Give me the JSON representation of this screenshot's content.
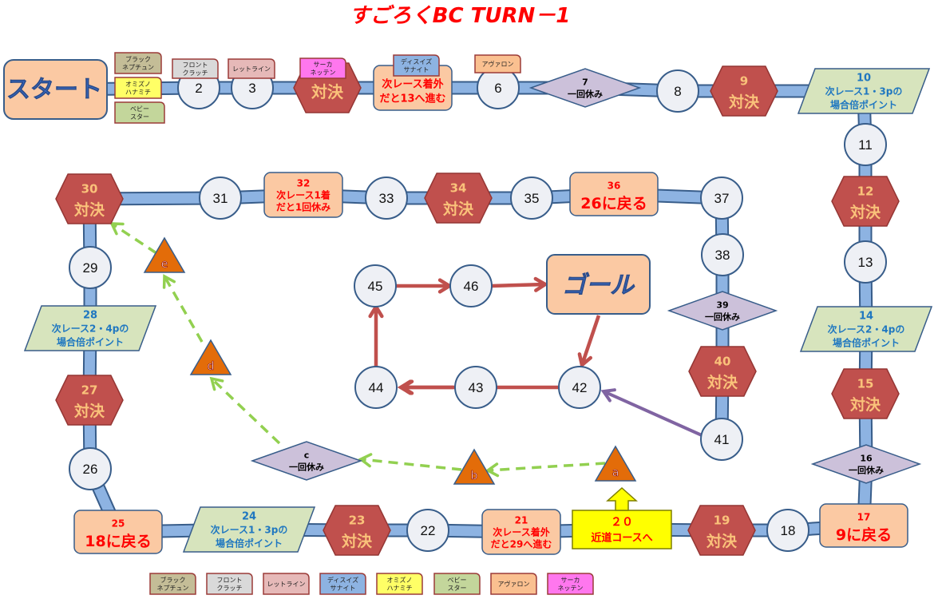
{
  "title": "すごろくBC TURN－1",
  "colors": {
    "track": "#8db3e2",
    "track_border": "#385d8a",
    "circle_fill": "#eef0f5",
    "hex_fill": "#c0504d",
    "hex_text": "#fac27a",
    "peach_fill": "#fbc9a3",
    "peach_text": "#ff0000",
    "green_fill": "#d7e4bd",
    "green_text": "#1f77c0",
    "diamond_fill": "#ccc1da",
    "yellow_fill": "#ffff00",
    "triangle_fill": "#e36c09",
    "shortcut_arrow": "#92d050",
    "goal_arrow": "#c0504d",
    "purple_arrow": "#8064a2"
  },
  "start": {
    "label": "スタート"
  },
  "goal": {
    "label": "ゴール"
  },
  "squares": [
    {
      "id": "2",
      "type": "circle",
      "lines": [
        "2"
      ]
    },
    {
      "id": "3",
      "type": "circle",
      "lines": [
        "3"
      ]
    },
    {
      "id": "4",
      "type": "hex",
      "lines": [
        "対決"
      ]
    },
    {
      "id": "5",
      "type": "peach",
      "lines": [
        "次レース着外",
        "だと13へ進む"
      ]
    },
    {
      "id": "6",
      "type": "circle",
      "lines": [
        "6"
      ]
    },
    {
      "id": "7",
      "type": "diamond",
      "lines": [
        "7",
        "一回休み"
      ]
    },
    {
      "id": "8",
      "type": "circle",
      "lines": [
        "8"
      ]
    },
    {
      "id": "9",
      "type": "hex",
      "lines": [
        "9",
        "対決"
      ]
    },
    {
      "id": "10",
      "type": "green",
      "lines": [
        "10",
        "次レース1・3pの",
        "場合倍ポイント"
      ]
    },
    {
      "id": "11",
      "type": "circle",
      "lines": [
        "11"
      ]
    },
    {
      "id": "12",
      "type": "hex",
      "lines": [
        "12",
        "対決"
      ]
    },
    {
      "id": "13",
      "type": "circle",
      "lines": [
        "13"
      ]
    },
    {
      "id": "14",
      "type": "green",
      "lines": [
        "14",
        "次レース2・4pの",
        "場合倍ポイント"
      ]
    },
    {
      "id": "15",
      "type": "hex",
      "lines": [
        "15",
        "対決"
      ]
    },
    {
      "id": "16",
      "type": "diamond",
      "lines": [
        "16",
        "一回休み"
      ]
    },
    {
      "id": "17",
      "type": "peachbig",
      "lines": [
        "17",
        "9に戻る"
      ]
    },
    {
      "id": "18",
      "type": "circle",
      "lines": [
        "18"
      ]
    },
    {
      "id": "19",
      "type": "hex",
      "lines": [
        "19",
        "対決"
      ]
    },
    {
      "id": "20",
      "type": "yellow",
      "lines": [
        "２０",
        "近道コースへ"
      ]
    },
    {
      "id": "21",
      "type": "peach",
      "lines": [
        "21",
        "次レース着外",
        "だと29へ進む"
      ]
    },
    {
      "id": "22",
      "type": "circle",
      "lines": [
        "22"
      ]
    },
    {
      "id": "23",
      "type": "hex",
      "lines": [
        "23",
        "対決"
      ]
    },
    {
      "id": "24",
      "type": "green",
      "lines": [
        "24",
        "次レース1・3pの",
        "場合倍ポイント"
      ]
    },
    {
      "id": "25",
      "type": "peachbig",
      "lines": [
        "25",
        "18に戻る"
      ]
    },
    {
      "id": "26",
      "type": "circle",
      "lines": [
        "26"
      ]
    },
    {
      "id": "27",
      "type": "hex",
      "lines": [
        "27",
        "対決"
      ]
    },
    {
      "id": "28",
      "type": "green",
      "lines": [
        "28",
        "次レース2・4pの",
        "場合倍ポイント"
      ]
    },
    {
      "id": "29",
      "type": "circle",
      "lines": [
        "29"
      ]
    },
    {
      "id": "30",
      "type": "hex",
      "lines": [
        "30",
        "対決"
      ]
    },
    {
      "id": "31",
      "type": "circle",
      "lines": [
        "31"
      ]
    },
    {
      "id": "32",
      "type": "peach",
      "lines": [
        "32",
        "次レース1着",
        "だと1回休み"
      ]
    },
    {
      "id": "33",
      "type": "circle",
      "lines": [
        "33"
      ]
    },
    {
      "id": "34",
      "type": "hex",
      "lines": [
        "34",
        "対決"
      ]
    },
    {
      "id": "35",
      "type": "circle",
      "lines": [
        "35"
      ]
    },
    {
      "id": "36",
      "type": "peachbig",
      "lines": [
        "36",
        "26に戻る"
      ]
    },
    {
      "id": "37",
      "type": "circle",
      "lines": [
        "37"
      ]
    },
    {
      "id": "38",
      "type": "circle",
      "lines": [
        "38"
      ]
    },
    {
      "id": "39",
      "type": "diamond",
      "lines": [
        "39",
        "一回休み"
      ]
    },
    {
      "id": "40",
      "type": "hex",
      "lines": [
        "40",
        "対決"
      ]
    },
    {
      "id": "41",
      "type": "circle",
      "lines": [
        "41"
      ]
    },
    {
      "id": "42",
      "type": "circle",
      "lines": [
        "42"
      ]
    },
    {
      "id": "43",
      "type": "circle",
      "lines": [
        "43"
      ]
    },
    {
      "id": "44",
      "type": "circle",
      "lines": [
        "44"
      ]
    },
    {
      "id": "45",
      "type": "circle",
      "lines": [
        "45"
      ]
    },
    {
      "id": "46",
      "type": "circle",
      "lines": [
        "46"
      ]
    }
  ],
  "shortcut": [
    {
      "id": "a",
      "type": "triangle",
      "label": "a"
    },
    {
      "id": "b",
      "type": "triangle",
      "label": "b"
    },
    {
      "id": "c",
      "type": "diamond",
      "lines": [
        "c",
        "一回休み"
      ]
    },
    {
      "id": "d",
      "type": "triangle",
      "label": "d"
    },
    {
      "id": "e",
      "type": "triangle",
      "label": "e"
    }
  ],
  "players": [
    {
      "name": "ブラックネプチュン",
      "lines": [
        "ブラック",
        "ネプチュン"
      ],
      "color": "#c4bd97",
      "square": "1"
    },
    {
      "name": "フロントクラッチ",
      "lines": [
        "フロント",
        "クラッチ"
      ],
      "color": "#d9d9d9",
      "square": "2"
    },
    {
      "name": "レットライン",
      "lines": [
        "レットライン"
      ],
      "color": "#e6b9b8",
      "square": "3"
    },
    {
      "name": "ディスイズサナイト",
      "lines": [
        "ディスイズ",
        "サナイト"
      ],
      "color": "#8db3e2",
      "square": "5"
    },
    {
      "name": "オミズノハナミチ",
      "lines": [
        "オミズノ",
        "ハナミチ"
      ],
      "color": "#ffff66",
      "square": "1"
    },
    {
      "name": "ベビースター",
      "lines": [
        "ベビー",
        "スター"
      ],
      "color": "#c3d69b",
      "square": "1"
    },
    {
      "name": "アヴァロン",
      "lines": [
        "アヴァロン"
      ],
      "color": "#fac090",
      "square": "6"
    },
    {
      "name": "サーカネッテン",
      "lines": [
        "サーカ",
        "ネッテン"
      ],
      "color": "#ff77ee",
      "square": "4"
    }
  ]
}
